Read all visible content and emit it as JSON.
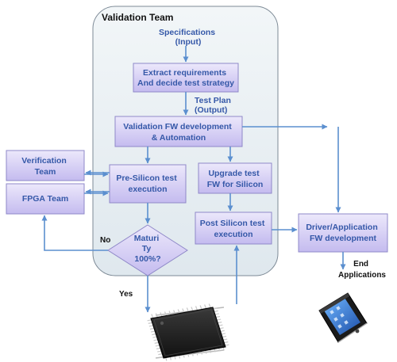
{
  "diagram": {
    "container_title": "Validation Team",
    "specifications": [
      "Specifications",
      "(Input)"
    ],
    "extract_box": [
      "Extract requirements",
      "And decide test strategy"
    ],
    "test_plan": [
      "Test Plan",
      "(Output)"
    ],
    "validation_fw_box": [
      "Validation FW development",
      "& Automation"
    ],
    "verification_team_box": [
      "Verification",
      "Team"
    ],
    "fpga_team_box": [
      "FPGA Team"
    ],
    "pre_silicon_box": [
      "Pre-Silicon test",
      "execution"
    ],
    "upgrade_box": [
      "Upgrade test",
      "FW for Silicon"
    ],
    "post_silicon_box": [
      "Post  Silicon test",
      "execution"
    ],
    "driver_box": [
      "Driver/Application",
      "FW development"
    ],
    "decision": [
      "Maturi",
      "Ty",
      "100%?"
    ],
    "no_label": "No",
    "yes_label": "Yes",
    "end_applications": [
      "End",
      "Applications"
    ],
    "icons": {
      "chip": "microprocessor-chip-icon",
      "phone": "smartphone-icon"
    },
    "colors": {
      "box_fill_top": "#ece8fb",
      "box_fill_bottom": "#c4bbef",
      "box_stroke": "#8f88c8",
      "arrow": "#5b8fcf",
      "container_fill": "#e7eef3",
      "text": "#3558a8"
    }
  }
}
